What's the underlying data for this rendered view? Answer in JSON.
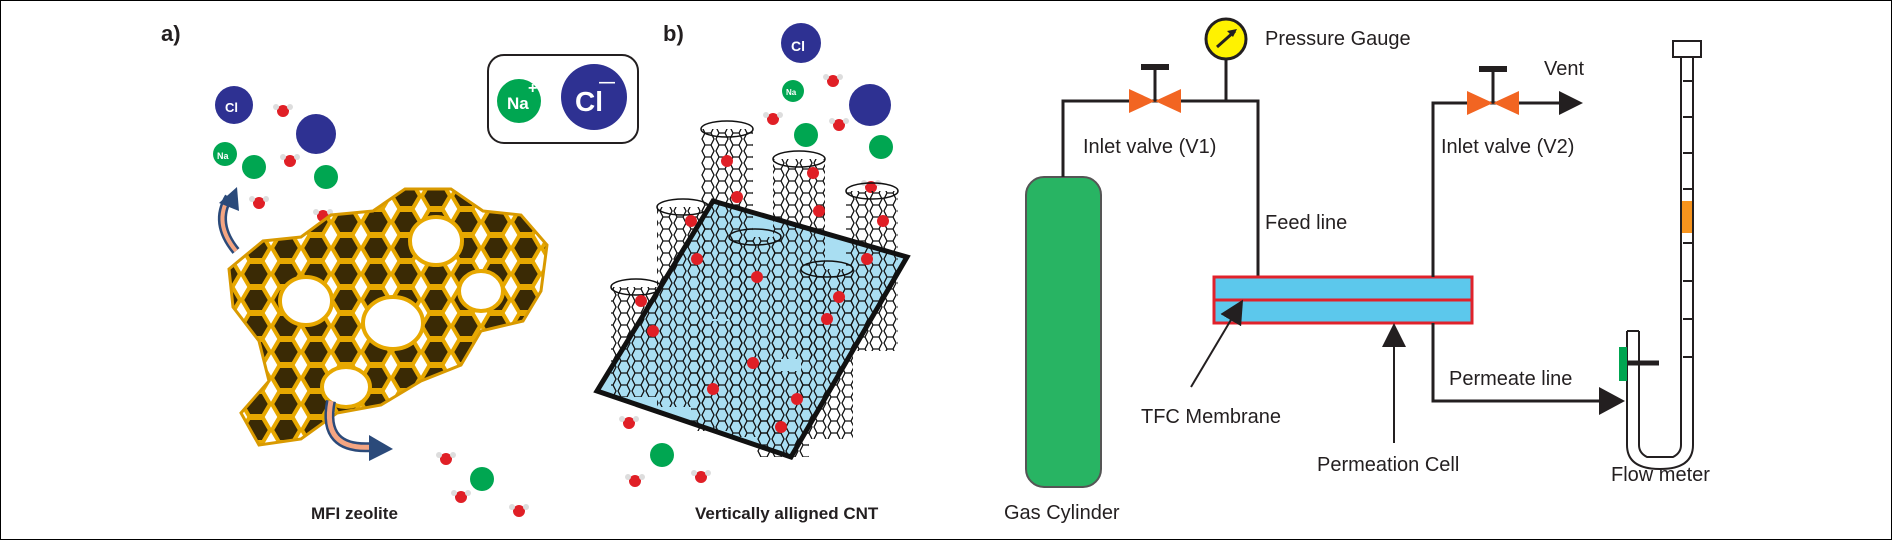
{
  "panel_a": {
    "tag": "a)",
    "caption": "MFI zeolite"
  },
  "panel_b": {
    "tag": "b)",
    "caption": "Vertically alligned CNT"
  },
  "ions": {
    "na": "Na",
    "na_charge": "+",
    "cl": "Cl",
    "cl_charge": "—"
  },
  "setup": {
    "pressure_gauge": "Pressure Gauge",
    "inlet_valve_1": "Inlet valve (V1)",
    "inlet_valve_2": "Inlet valve (V2)",
    "vent": "Vent",
    "feed_line": "Feed line",
    "gas_cylinder": "Gas Cylinder",
    "tfc_membrane": "TFC Membrane",
    "permeation_cell": "Permeation Cell",
    "permeate_line": "Permeate line",
    "flow_meter": "Flow meter"
  },
  "colors": {
    "chloride": "#2e3192",
    "sodium": "#00a651",
    "oxygen": "#e01f26",
    "zeolite": "#f2b51a",
    "membrane_fill": "#5cc8ec",
    "cell_border": "#e0222b",
    "cylinder": "#28b463",
    "valve": "#f26522",
    "gauge": "#fff200",
    "indicator": "#f7941d"
  }
}
